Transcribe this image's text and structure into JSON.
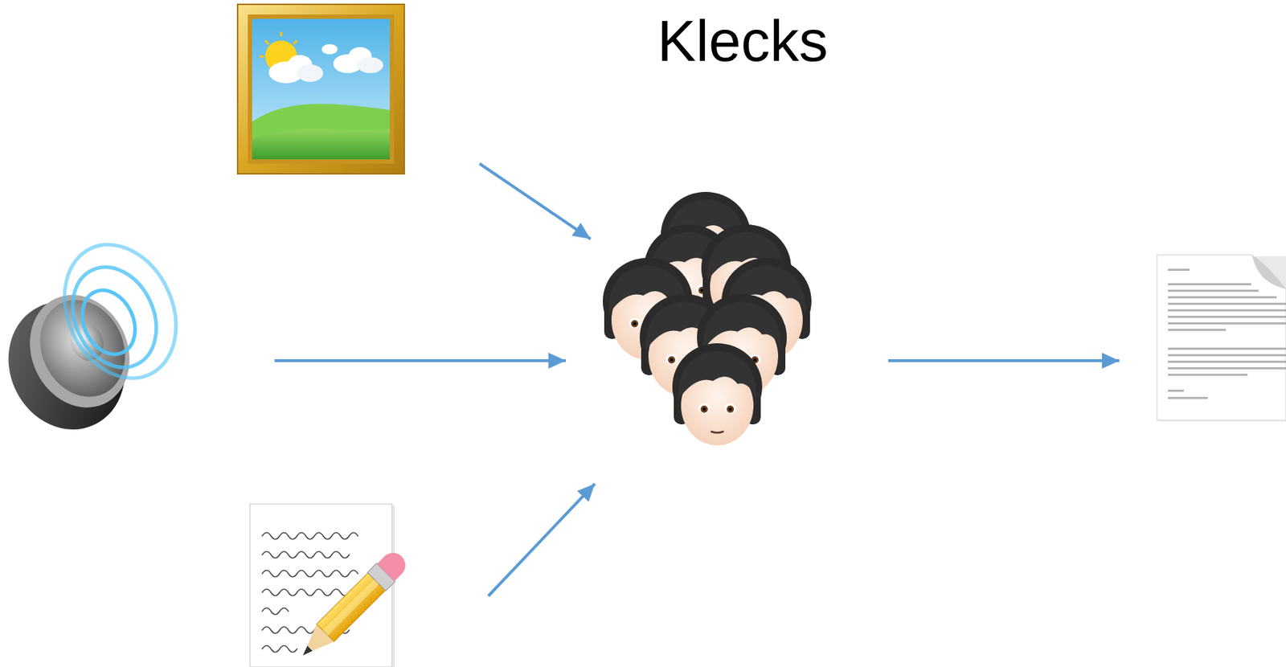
{
  "diagram": {
    "title": "Klecks",
    "nodes": [
      {
        "text": []
      },
      {
        "text": []
      },
      {
        "text": []
      },
      {
        "text": []
      },
      {
        "text": []
      }
    ],
    "edges": [
      {
        "from": 0,
        "to": 3,
        "arrow": "to"
      },
      {
        "from": 1,
        "to": 3,
        "arrow": "to"
      },
      {
        "from": 2,
        "to": 3,
        "arrow": "to"
      },
      {
        "from": 3,
        "to": 4,
        "arrow": "to"
      }
    ]
  }
}
